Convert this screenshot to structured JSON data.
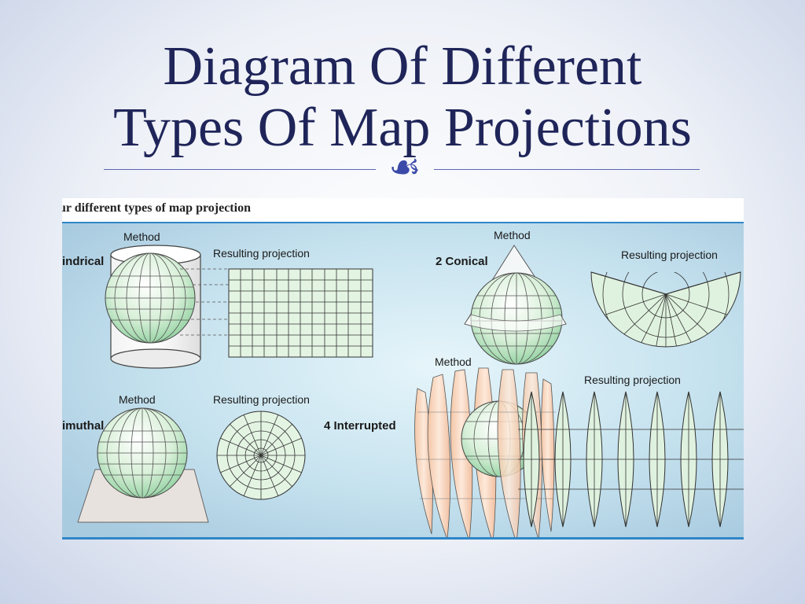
{
  "slide": {
    "title_line1": "Diagram Of Different",
    "title_line2": "Types Of Map Projections",
    "ornament_glyph": "☙"
  },
  "figure": {
    "caption": "ur different types of map projection",
    "panels": [
      {
        "label": "indrical",
        "method_label": "Method",
        "result_label": "Resulting projection"
      },
      {
        "label": "2  Conical",
        "method_label": "Method",
        "result_label": "Resulting projection"
      },
      {
        "label": "imuthal",
        "method_label": "Method",
        "result_label": "Resulting projection"
      },
      {
        "label": "4  Interrupted",
        "method_label": "Method",
        "result_label": "Resulting projection"
      }
    ]
  },
  "colors": {
    "title": "#1f2559",
    "figure_background": "#cfe6f0",
    "globe_fill": "#d8f0d8",
    "grid_line": "#333333",
    "interrupted_fill": "#f6d7c0"
  }
}
